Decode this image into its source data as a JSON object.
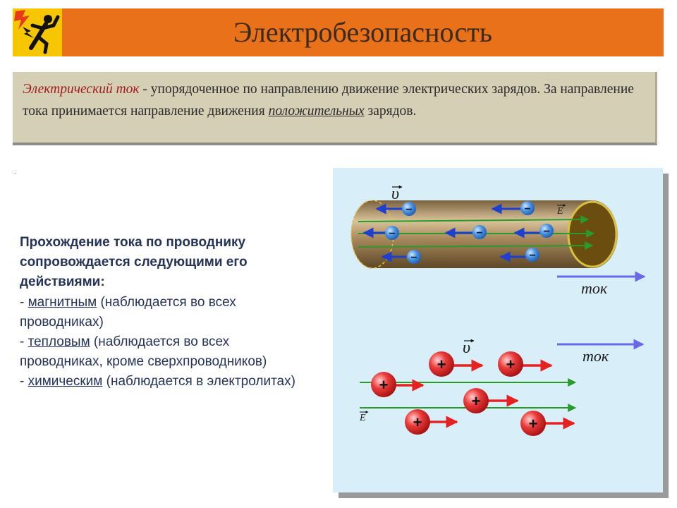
{
  "header": {
    "title": "Электробезопасность",
    "logo_icon": "electric-shock-warning-icon"
  },
  "definition": {
    "term": "Электрический ток",
    "text_part1": " - упорядоченное по направлению движение электрических зарядов. За направление тока принимается направление движения ",
    "underlined": "положительных",
    "text_part2": " зарядов."
  },
  "stray_mark": ".",
  "effects": {
    "lead": "Прохождение тока по проводнику сопровождается следующими его действиями:",
    "items": [
      {
        "prefix": " - ",
        "name": "магнитным",
        "note": " (наблюдается во всех проводниках)"
      },
      {
        "prefix": " - ",
        "name": "тепловым",
        "note": " (наблюдается во всех проводниках, кроме сверхпроводников)"
      },
      {
        "prefix": " - ",
        "name": "химическим",
        "note": " (наблюдается в электролитах)"
      }
    ]
  },
  "diagram": {
    "velocity_label": "υ",
    "field_label": "E",
    "current_label": "ток",
    "negative_sign": "−",
    "positive_sign": "+",
    "colors": {
      "panel_bg": "#d8eef8",
      "conductor": "#8a6e45",
      "field_line": "#2a9a2a",
      "electron": "#3c86d8",
      "electron_arrow": "#1f3fd0",
      "ion": "#e02020",
      "ion_arrow": "#e52222",
      "current_arrow": "#6a6ae8"
    }
  }
}
